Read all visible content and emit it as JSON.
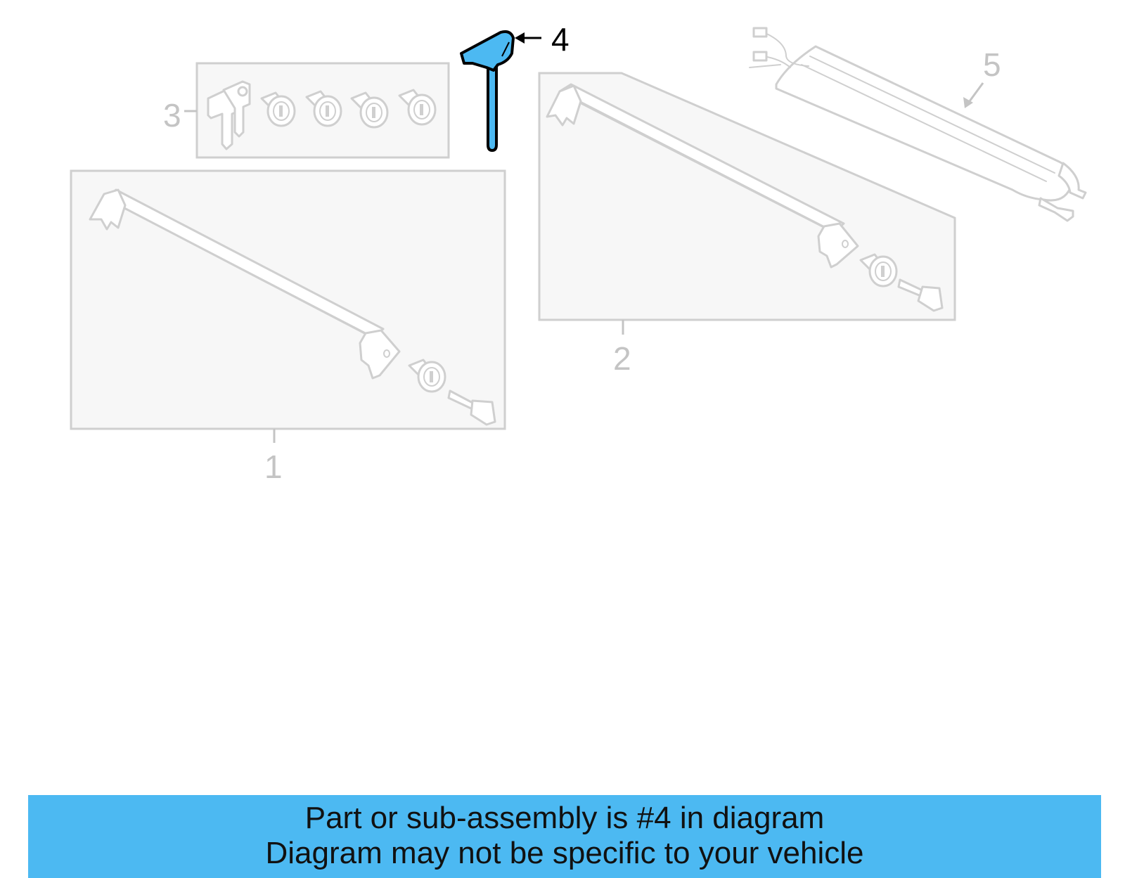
{
  "callouts": {
    "part1": "1",
    "part2": "2",
    "part3": "3",
    "part4": "4",
    "part5": "5"
  },
  "highlighted_part": "4",
  "colors": {
    "highlight_fill": "#4cb9f2",
    "banner_background": "#4cb9f2",
    "inactive_lines": "#cfcfcf",
    "active_lines": "#000000"
  },
  "banner": {
    "line1": "Part or sub-assembly is #4 in diagram",
    "line2": "Diagram may not be specific to your vehicle"
  }
}
